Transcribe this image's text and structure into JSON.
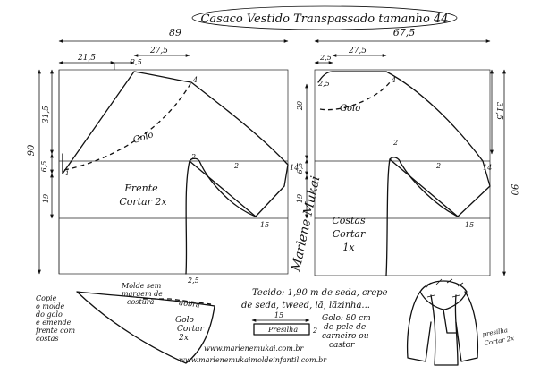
{
  "title": "Casaco Vestido Transpassado tamanho 44",
  "front": {
    "total_width": "89",
    "w_21_5": "21,5",
    "w_2_5": "2,5",
    "w_27_5": "27,5",
    "h_90": "90",
    "h_31_5": "31,5",
    "h_6_5": "6,5",
    "h_19": "19",
    "m_4": "4",
    "m_2a": "2",
    "m_2b": "2",
    "m_14": "14",
    "m_15": "15",
    "m_2_5": "2,5",
    "m_1": "1",
    "golo": "Golo",
    "label_line1": "Frente",
    "label_line2": "Cortar 2x"
  },
  "back": {
    "total_width": "67,5",
    "w_2_5": "2,5",
    "w_27_5": "27,5",
    "h_90": "90",
    "h_31_5": "31,5",
    "h_20": "20",
    "h_6_5": "6,5",
    "h_19": "19",
    "m_2_5": "2,5",
    "m_4": "4",
    "m_2a": "2",
    "m_2b": "2",
    "m_14": "14",
    "m_15": "15",
    "golo": "Golo",
    "label_line1": "Costas",
    "label_line2": "Cortar",
    "label_line3": "1x"
  },
  "signature": "Marlene Mukai",
  "collar": {
    "copie1": "Copie",
    "copie2": "o molde",
    "copie3": "do golo",
    "copie4": "e emende",
    "copie5": "frente com",
    "copie6": "costas",
    "note1": "Molde sem",
    "note2": "margem de",
    "note3": "costura",
    "dobra": "dobra",
    "golo1": "Golo",
    "golo2": "Cortar",
    "golo3": "2x"
  },
  "tecido": {
    "line1": "Tecido: 1,90 m de seda, crepe",
    "line2": "de seda, tweed, lã, lãzinha...",
    "golo1": "Golo: 80 cm",
    "golo2": "de pele de",
    "golo3": "carneiro ou",
    "golo4": "castor"
  },
  "presilha": {
    "width": "15",
    "label": "Presilha",
    "height": "2"
  },
  "garment_note1": "presilha",
  "garment_note2": "Cortar 2x",
  "footer1": "www.marlenemukai.com.br",
  "footer2": "www.marlenemukaimoldeinfantil.com.br"
}
